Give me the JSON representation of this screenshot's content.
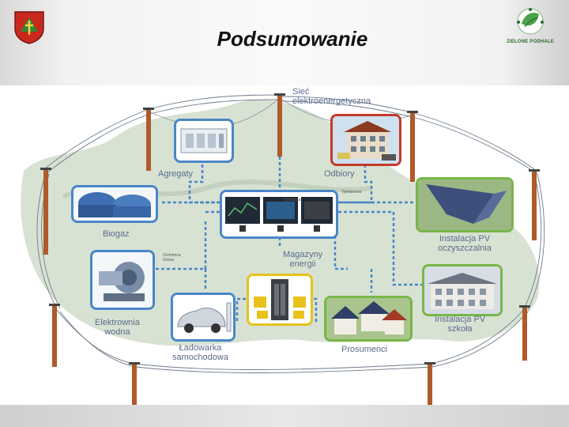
{
  "slide": {
    "title": "Podsumowanie"
  },
  "logo": {
    "caption": "ZIELONE PODHALE"
  },
  "nodes": {
    "grid": "Sieć\nelektroenergetyczna",
    "aggregates": "Agregaty",
    "consumers": "Odbiory",
    "biogas": "Biogaz",
    "storage": "Magazyny\nenergii",
    "pv_plant": "Instalacja PV\noczyszczalnia",
    "hydro": "Elektrownia\nwodna",
    "charger": "Ładowarka\nsamochodowa",
    "prosumers": "Prosumenci",
    "pv_school": "Instalacja PV\nszkoła"
  },
  "map_labels": {
    "ochotnica": "Ochotnica",
    "tylmanowa": "Tylmanowa",
    "ochotnica_gorna": "Ochotnica\nGórna"
  },
  "colors": {
    "box_blue": "#4a86c8",
    "box_red": "#c23a2a",
    "box_green": "#78b648",
    "box_yellow": "#e5c21a",
    "dashed_line": "#4a86c8",
    "map_fill": "#c9d8c4",
    "pole": "#b05a2a",
    "crest_red": "#c8281e",
    "crest_green": "#2f8a3a"
  },
  "icons": {
    "left_logo": "coat-of-arms-icon",
    "right_logo": "green-leaf-logo-icon"
  }
}
